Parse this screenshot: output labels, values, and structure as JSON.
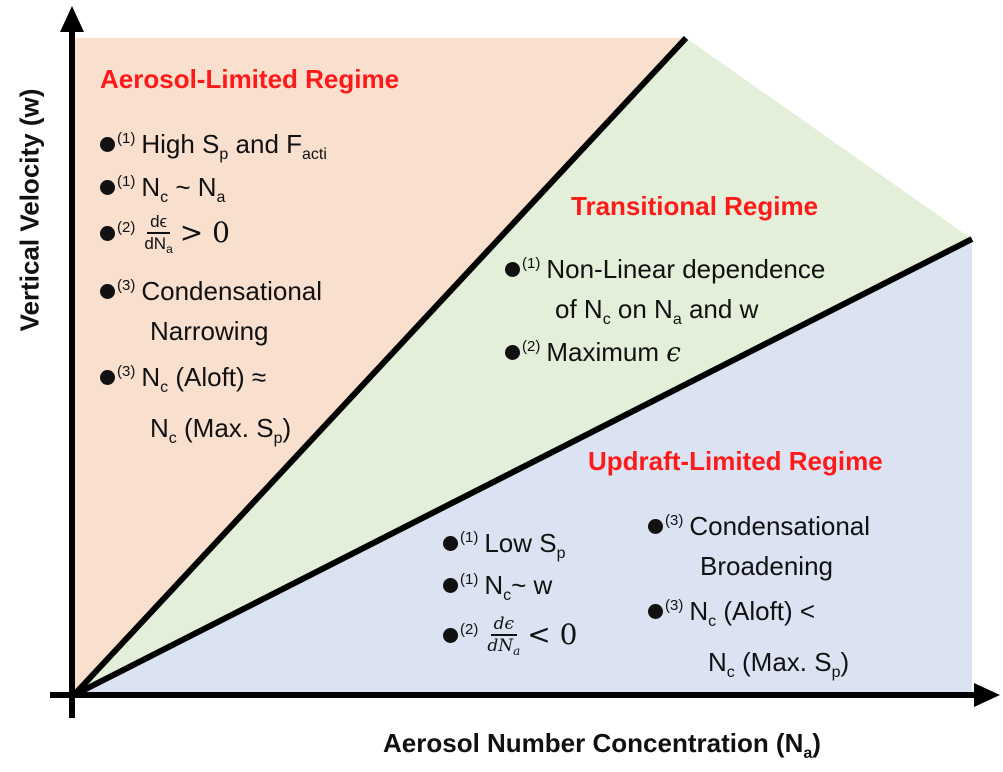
{
  "colors": {
    "aerosol_region": "#f8dfce",
    "transitional_region": "#e3efd8",
    "updraft_region": "#dbe3f2",
    "regime_title": "#ff1a1a",
    "lines": "#000000"
  },
  "axes": {
    "x_label": "Aerosol Number Concentration (N",
    "x_label_sub": "a",
    "x_label_end": ")",
    "y_label": "Vertical Velocity (w)"
  },
  "regimes": {
    "aerosol": {
      "title": "Aerosol-Limited Regime",
      "items": [
        {
          "ref": "(1)",
          "p1": "High S",
          "s1": "p",
          "p2": " and F",
          "s2": "acti"
        },
        {
          "ref": "(1)",
          "p1": "N",
          "s1": "c",
          "p2": " ~ N",
          "s2": "a"
        },
        {
          "ref": "(2)",
          "num": "dϵ",
          "den": "dN",
          "den_sub": "a",
          "ineq": "> 0"
        },
        {
          "ref": "(3)",
          "line1": "Condensational",
          "line2": "Narrowing"
        },
        {
          "ref": "(3)",
          "l1p1": "N",
          "l1s1": "c",
          "l1p2": " (Aloft) ≈",
          "l2p1": "N",
          "l2s1": "c",
          "l2p2": " (Max. S",
          "l2s2": "p",
          "l2p3": ")"
        }
      ]
    },
    "transitional": {
      "title": "Transitional Regime",
      "items": [
        {
          "ref": "(1)",
          "line1": "Non-Linear dependence",
          "l2p1": "of N",
          "l2s1": "c",
          "l2p2": " on N",
          "l2s2": "a",
          "l2p3": " and w"
        },
        {
          "ref": "(2)",
          "text": "Maximum ",
          "eps": "ϵ"
        }
      ]
    },
    "updraft": {
      "title": "Updraft-Limited Regime",
      "items": [
        {
          "ref": "(1)",
          "p1": "Low S",
          "s1": "p"
        },
        {
          "ref": "(1)",
          "p1": "N",
          "s1": "c",
          "p2": "~ w"
        },
        {
          "ref": "(2)",
          "num": "dϵ",
          "den": "dN",
          "den_sub": "a",
          "ineq": "< 0"
        },
        {
          "ref": "(3)",
          "line1": "Condensational",
          "line2": "Broadening"
        },
        {
          "ref": "(3)",
          "l1p1": "N",
          "l1s1": "c",
          "l1p2": " (Aloft)  <",
          "l2p1": "N",
          "l2s1": "c",
          "l2p2": " (Max. S",
          "l2s2": "p",
          "l2p3": ")"
        }
      ]
    }
  }
}
